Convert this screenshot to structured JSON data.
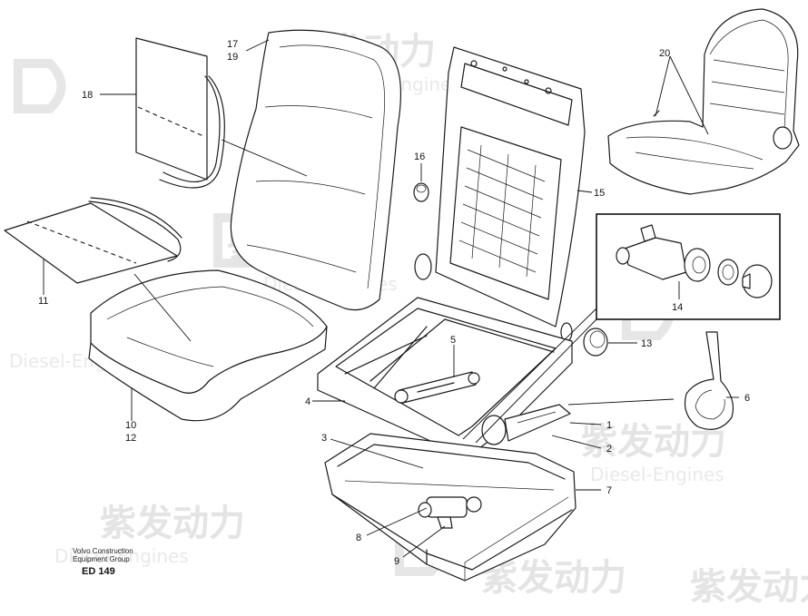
{
  "watermark": {
    "brand": "紫发动力",
    "subtitle": "Diesel-Engines"
  },
  "credit": {
    "line1": "Volvo Construction",
    "line2": "Equipment Group",
    "code": "ED 149"
  },
  "callouts": {
    "c1": "1",
    "c2": "2",
    "c3": "3",
    "c4": "4",
    "c5": "5",
    "c6": "6",
    "c7": "7",
    "c8": "8",
    "c9": "9",
    "c10": "10",
    "c11": "11",
    "c12": "12",
    "c13": "13",
    "c14": "14",
    "c15": "15",
    "c16": "16",
    "c17": "17",
    "c18": "18",
    "c19": "19",
    "c20": "20"
  }
}
